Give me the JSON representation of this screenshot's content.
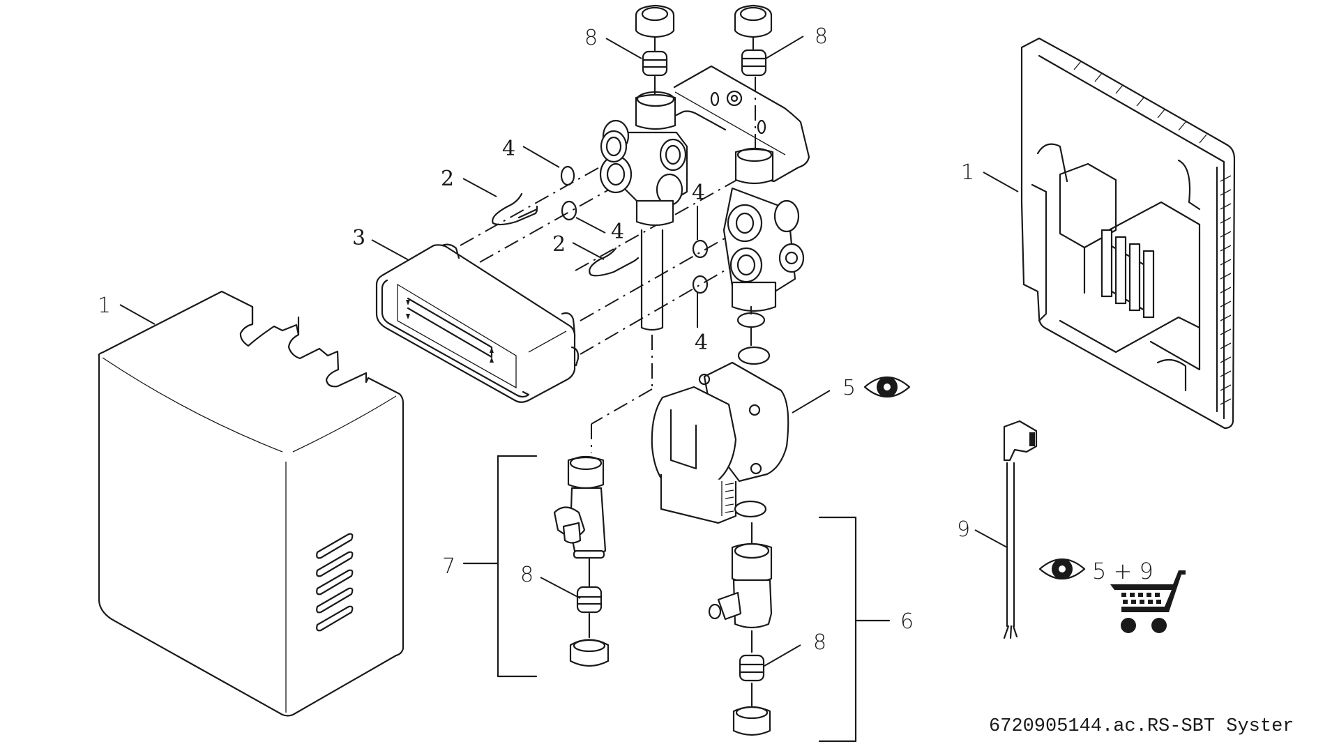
{
  "diagram": {
    "type": "exploded-parts-drawing",
    "reference_code": "6720905144.ac.RS-SBT Syster",
    "callouts": [
      {
        "id": "c1a",
        "number": "1",
        "part": "insulation-cover-front"
      },
      {
        "id": "c1b",
        "number": "1",
        "part": "insulation-backplate"
      },
      {
        "id": "c2a",
        "number": "2",
        "part": "retaining-clip-upper"
      },
      {
        "id": "c2b",
        "number": "2",
        "part": "retaining-clip-lower"
      },
      {
        "id": "c3",
        "number": "3",
        "part": "plate-heat-exchanger"
      },
      {
        "id": "c4a",
        "number": "4",
        "part": "o-ring"
      },
      {
        "id": "c4b",
        "number": "4",
        "part": "o-ring"
      },
      {
        "id": "c4c",
        "number": "4",
        "part": "o-ring"
      },
      {
        "id": "c4d",
        "number": "4",
        "part": "o-ring"
      },
      {
        "id": "c5",
        "number": "5",
        "part": "circulation-pump"
      },
      {
        "id": "c6",
        "number": "6",
        "part": "ball-valve-assembly-right"
      },
      {
        "id": "c7",
        "number": "7",
        "part": "ball-valve-assembly-left"
      },
      {
        "id": "c8a",
        "number": "8",
        "part": "compression-fitting-top-left"
      },
      {
        "id": "c8b",
        "number": "8",
        "part": "compression-fitting-top-right"
      },
      {
        "id": "c8c",
        "number": "8",
        "part": "compression-fitting-left-valve"
      },
      {
        "id": "c8d",
        "number": "8",
        "part": "compression-fitting-right-valve"
      },
      {
        "id": "c9",
        "number": "9",
        "part": "pump-cable"
      }
    ],
    "symbols": {
      "pump_view_icon": "eye-icon",
      "kit_view_icon": "eye-icon",
      "kit_label": "5 + 9",
      "kit_order_icon": "shopping-cart-icon"
    }
  }
}
